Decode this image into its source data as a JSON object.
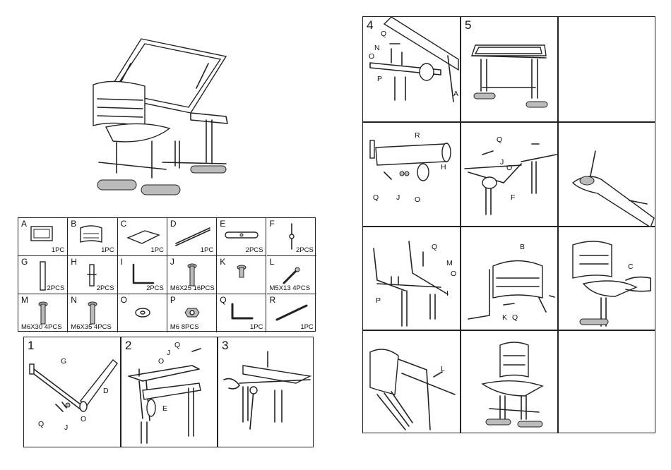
{
  "parts": [
    {
      "letter": "A",
      "qty": "1PC",
      "icon": "desk-board-icon"
    },
    {
      "letter": "B",
      "qty": "1PC",
      "icon": "backrest-icon"
    },
    {
      "letter": "C",
      "qty": "1PC",
      "icon": "seat-icon"
    },
    {
      "letter": "D",
      "qty": "1PC",
      "icon": "crossbar-tube-icon"
    },
    {
      "letter": "E",
      "qty": "2PCS",
      "icon": "bracket-bar-icon"
    },
    {
      "letter": "F",
      "qty": "2PCS",
      "icon": "support-rod-icon"
    },
    {
      "letter": "G",
      "qty": "2PCS",
      "icon": "leg-tube-icon"
    },
    {
      "letter": "H",
      "qty": "2PCS",
      "icon": "short-leg-icon"
    },
    {
      "letter": "I",
      "qty": "2PCS",
      "icon": "l-bracket-icon"
    },
    {
      "letter": "J",
      "qty": "M6X25  16PCS",
      "icon": "bolt-icon"
    },
    {
      "letter": "K",
      "qty": "",
      "icon": "short-bolt-icon"
    },
    {
      "letter": "L",
      "qty": "M5X13  4PCS",
      "icon": "wood-screw-icon"
    },
    {
      "letter": "M",
      "qty": "M6X30  4PCS",
      "icon": "bolt-icon"
    },
    {
      "letter": "N",
      "qty": "M6X35  4PCS",
      "icon": "bolt-icon"
    },
    {
      "letter": "O",
      "qty": "",
      "icon": "washer-icon"
    },
    {
      "letter": "P",
      "qty": "M6    8PCS",
      "icon": "nut-icon"
    },
    {
      "letter": "Q",
      "qty": "1PC",
      "icon": "hex-key-icon"
    },
    {
      "letter": "R",
      "qty": "1PC",
      "icon": "rod-icon"
    }
  ],
  "steps_left": [
    {
      "number": "1",
      "labels": {
        "g": "G",
        "d": "D",
        "q": "Q",
        "j": "J",
        "o": "O"
      }
    },
    {
      "number": "2",
      "labels": {
        "q": "Q",
        "j": "J",
        "o": "O",
        "e": "E"
      }
    },
    {
      "number": "3",
      "labels": {}
    }
  ],
  "steps_right": {
    "s4": {
      "number": "4",
      "labels": {
        "q": "Q",
        "n": "N",
        "o": "O",
        "p": "P",
        "a": "A"
      }
    },
    "s5": {
      "number": "5"
    },
    "r2a": {
      "labels": {
        "r": "R",
        "q": "Q",
        "j": "J",
        "o": "O",
        "h": "H"
      }
    },
    "r2b": {
      "labels": {
        "q": "Q",
        "j": "J",
        "o": "O",
        "f": "F"
      }
    },
    "r3a": {
      "labels": {
        "q": "Q",
        "m": "M",
        "o": "O",
        "p": "P",
        "i": "I"
      }
    },
    "r3b": {
      "labels": {
        "b": "B",
        "k": "K",
        "q": "Q"
      }
    },
    "r3c": {
      "labels": {
        "c": "C"
      }
    },
    "r4a": {
      "labels": {
        "l": "L"
      }
    }
  }
}
